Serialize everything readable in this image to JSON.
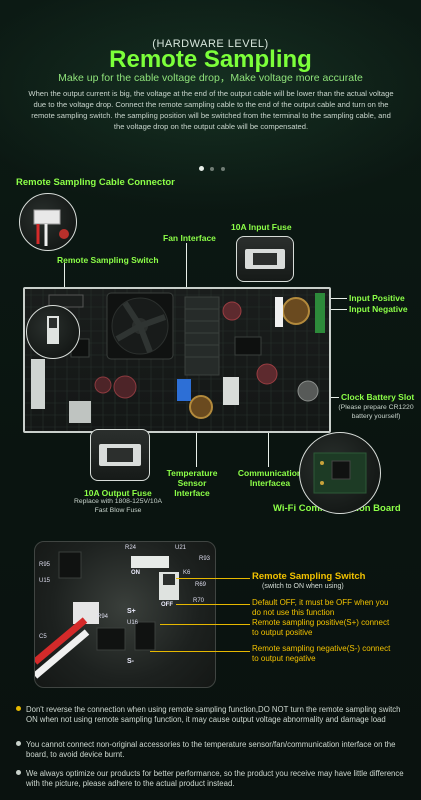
{
  "header": {
    "kicker": "(HARDWARE LEVEL)",
    "title": "Remote Sampling",
    "subtitle": "Make up for the cable voltage drop，Make voltage more accurate",
    "description": "When the output current is big, the voltage at the end of the output cable will be lower than the actual voltage due to the voltage drop. Connect the remote sampling cable to the end of the output cable and turn on the remote sampling switch. the sampling position will be switched from the terminal to the sampling cable, and the voltage drop on the output cable will be compensated."
  },
  "carousel": {
    "count": 3,
    "active": 1
  },
  "diagram": {
    "remote_sampling_cable_connector": "Remote Sampling Cable Connector",
    "remote_sampling_switch": "Remote Sampling Switch",
    "fan_interface": "Fan Interface",
    "input_fuse": "10A Input Fuse",
    "input_positive": "Input Positive",
    "input_negative": "Input Negative",
    "clock_battery_slot": "Clock Battery Slot",
    "clock_battery_note_1": "(Please prepare CR1220",
    "clock_battery_note_2": "battery yourself)",
    "output_fuse": "10A Output Fuse",
    "output_fuse_note_1": "Replace with 1808-125V/10A",
    "output_fuse_note_2": "Fast Blow Fuse",
    "temperature_sensor_1": "Temperature Sensor",
    "temperature_sensor_2": "Interface",
    "communication_1": "Communication",
    "communication_2": "Interfacea",
    "wifi_board": "Wi-Fi Communication Board"
  },
  "closeup": {
    "switch_title": "Remote Sampling Switch",
    "switch_note": "(switch to ON when using)",
    "default_off_1": "Default OFF, it must be OFF when you",
    "default_off_2": "do not use this function",
    "positive_1": "Remote sampling positive(S+) connect",
    "positive_2": "to output positive",
    "negative_1": "Remote sampling negative(S-) connect",
    "negative_2": "to output negative",
    "silk": {
      "on": "ON",
      "off": "OFF",
      "r24": "R24",
      "u21": "U21",
      "r93": "R93",
      "k6": "K6",
      "r69": "R69",
      "r70": "R70",
      "r94": "R94",
      "u16": "U16",
      "c5": "C5",
      "r95": "R95",
      "u15": "U15",
      "splus": "S+",
      "sminus": "S-"
    }
  },
  "notes": [
    "Don't  reverse the connection when using remote sampling function,DO NOT turn the remote sampling switch ON when not using remote sampling function, it may cause output voltage abnormality and damage load",
    "You cannot connect non-original accessories to the temperature sensor/fan/communication interface on the board, to avoid device burnt.",
    "We always optimize our products for better performance, so the product you receive may have little difference with the picture,  please adhere to the actual product instead."
  ],
  "colors": {
    "accent": "#8cff48",
    "title": "#7cff3a",
    "warning_bullet": "#e6b800",
    "background": "#0b1712"
  }
}
